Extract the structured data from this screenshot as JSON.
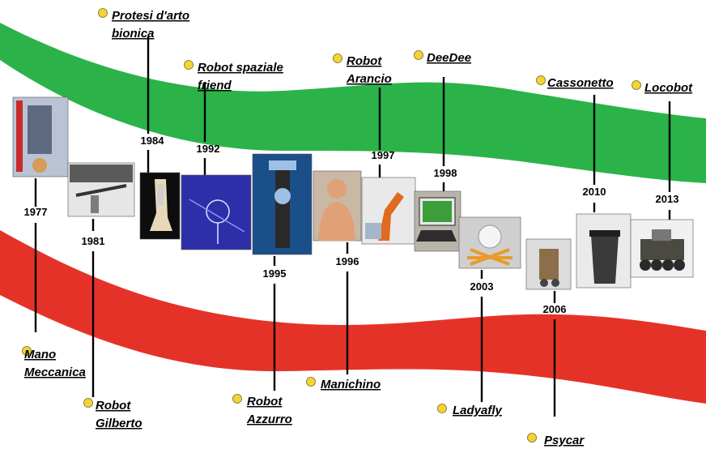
{
  "colors": {
    "green_band": "#2bb34a",
    "red_band": "#e53228",
    "dot": "#f2d43a",
    "dot_stroke": "#7a6a10",
    "line": "#000000"
  },
  "events": [
    {
      "year": "1977",
      "label_lines": [
        "Mano",
        "Meccanica"
      ],
      "image_name": "mano-meccanica-photo"
    },
    {
      "year": "1981",
      "label_lines": [
        "Robot",
        "Gilberto"
      ],
      "image_name": "robot-gilberto-photo"
    },
    {
      "year": "1984",
      "label_lines": [
        "Protesi d'arto",
        "bionica"
      ],
      "image_name": "protesi-arto-photo"
    },
    {
      "year": "1992",
      "label_lines": [
        "Robot spaziale",
        "friend"
      ],
      "image_name": "robot-spaziale-photo"
    },
    {
      "year": "1995",
      "label_lines": [
        "Robot",
        "Azzurro"
      ],
      "image_name": "robot-azzurro-photo"
    },
    {
      "year": "1996",
      "label_lines": [
        "Manichino"
      ],
      "image_name": "manichino-photo"
    },
    {
      "year": "1997",
      "label_lines": [
        "Robot",
        "Arancio"
      ],
      "image_name": "robot-arancio-photo"
    },
    {
      "year": "1998",
      "label_lines": [
        "DeeDee"
      ],
      "image_name": "deedee-photo"
    },
    {
      "year": "2003",
      "label_lines": [
        "Ladyafly"
      ],
      "image_name": "ladyafly-photo"
    },
    {
      "year": "2006",
      "label_lines": [
        "Psycar"
      ],
      "image_name": "psycar-photo"
    },
    {
      "year": "2010",
      "label_lines": [
        "Cassonetto"
      ],
      "image_name": "cassonetto-photo"
    },
    {
      "year": "2013",
      "label_lines": [
        "Locobot"
      ],
      "image_name": "locobot-photo"
    }
  ]
}
